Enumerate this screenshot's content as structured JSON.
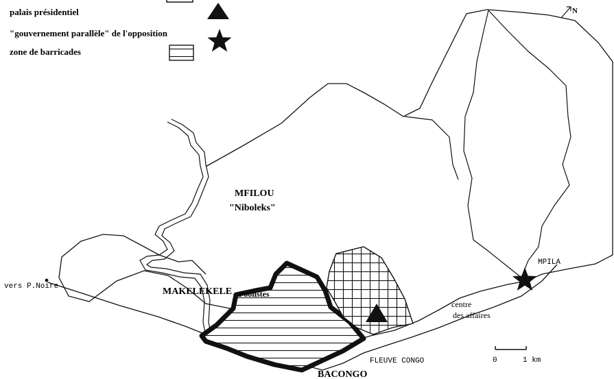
{
  "colors": {
    "ink": "#111111",
    "paper": "#ffffff"
  },
  "legend": {
    "items": [
      {
        "label": "palais présidentiel",
        "symbol": "triangle"
      },
      {
        "label": "\"gouvernement parallèle\" de l'opposition",
        "symbol": "star"
      },
      {
        "label": "zone de barricades",
        "symbol": "hatched-rectangle"
      }
    ]
  },
  "north": {
    "label": "N"
  },
  "places": {
    "mfilou": "MFILOU",
    "niboleks": "\"Niboleks\"",
    "makelekele": "MAKELEKELE",
    "poolistes": "Poolistes",
    "vers_pnoire": "vers P.Noire",
    "mpila": "MPILA",
    "centre_line1": "centre",
    "centre_line2": "des affaires",
    "fleuve": "FLEUVE CONGO",
    "bacongo": "BACONGO"
  },
  "scale": {
    "label_start": "0",
    "label_end": "1 km"
  }
}
